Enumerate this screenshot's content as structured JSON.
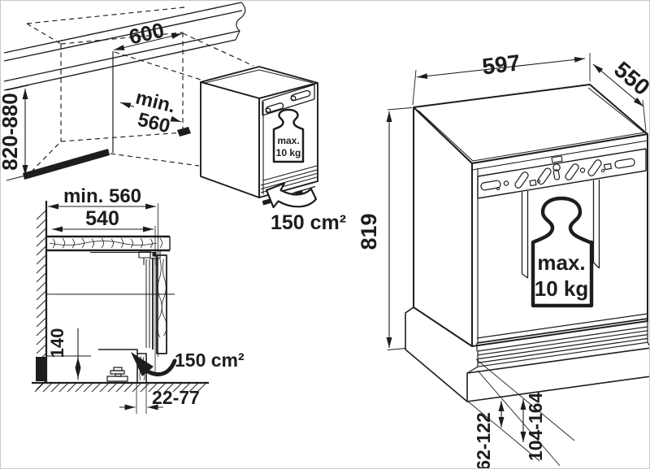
{
  "diagram": {
    "niche_view": {
      "width": "600",
      "depth_min_prefix": "min.",
      "depth_min_value": "560",
      "height_range": "820-880"
    },
    "appliance_view": {
      "door_load_line1": "max.",
      "door_load_line2": "10 kg",
      "vent_area": "150 cm²"
    },
    "dimension_view": {
      "width": "597",
      "depth": "550",
      "height": "819",
      "door_load_line1": "max.",
      "door_load_line2": "10 kg",
      "plinth_height_grille": "62-122",
      "plinth_height_total": "104-164"
    },
    "section_view": {
      "niche_depth_min": "min. 560",
      "worktop_depth": "540",
      "plinth_clearance_height": "140",
      "vent_area": "150 cm²",
      "plinth_recess_range": "22-77"
    },
    "colors": {
      "line": "#1d1d1b",
      "background": "#ffffff",
      "border": "#c8c8c8"
    }
  }
}
